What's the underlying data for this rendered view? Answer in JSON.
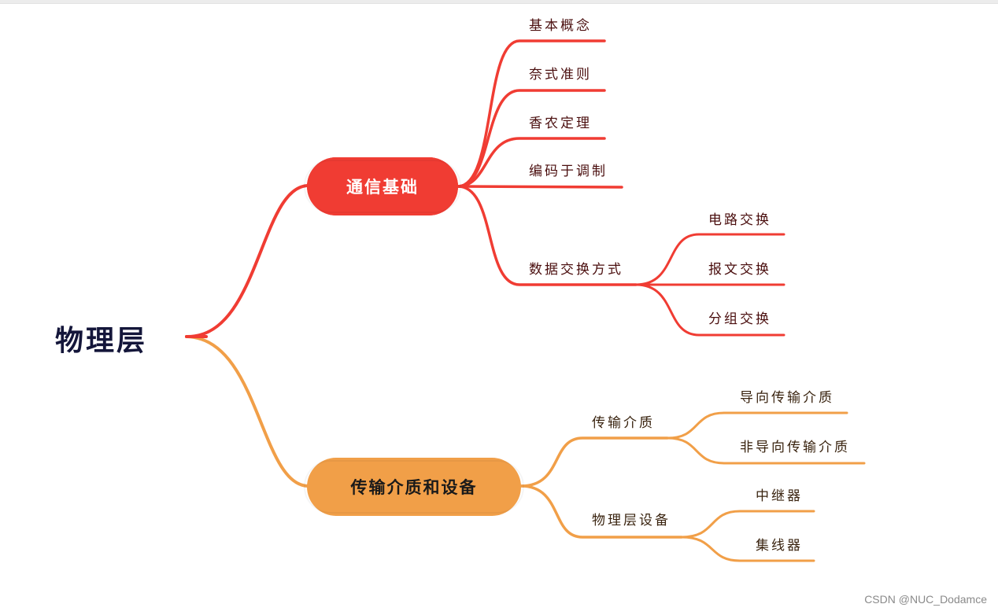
{
  "root": {
    "label": "物理层"
  },
  "branches": [
    {
      "label": "通信基础",
      "color": "#f03c33",
      "children": [
        {
          "label": "基本概念"
        },
        {
          "label": "奈式准则"
        },
        {
          "label": "香农定理"
        },
        {
          "label": "编码于调制"
        },
        {
          "label": "数据交换方式",
          "children": [
            {
              "label": "电路交换"
            },
            {
              "label": "报文交换"
            },
            {
              "label": "分组交换"
            }
          ]
        }
      ]
    },
    {
      "label": "传输介质和设备",
      "color": "#f19f48",
      "children": [
        {
          "label": "传输介质",
          "children": [
            {
              "label": "导向传输介质"
            },
            {
              "label": "非导向传输介质"
            }
          ]
        },
        {
          "label": "物理层设备",
          "children": [
            {
              "label": "中继器"
            },
            {
              "label": "集线器"
            }
          ]
        }
      ]
    }
  ],
  "watermark": "CSDN @NUC_Dodamce"
}
